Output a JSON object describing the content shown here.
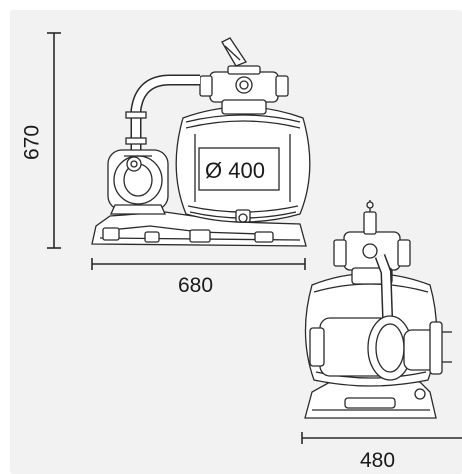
{
  "dimensions": {
    "height": "670",
    "width_front": "680",
    "width_side": "480",
    "tank_diameter": "Ø 400"
  },
  "colors": {
    "background": "#f2f2f2",
    "line": "#2a2a2a"
  }
}
